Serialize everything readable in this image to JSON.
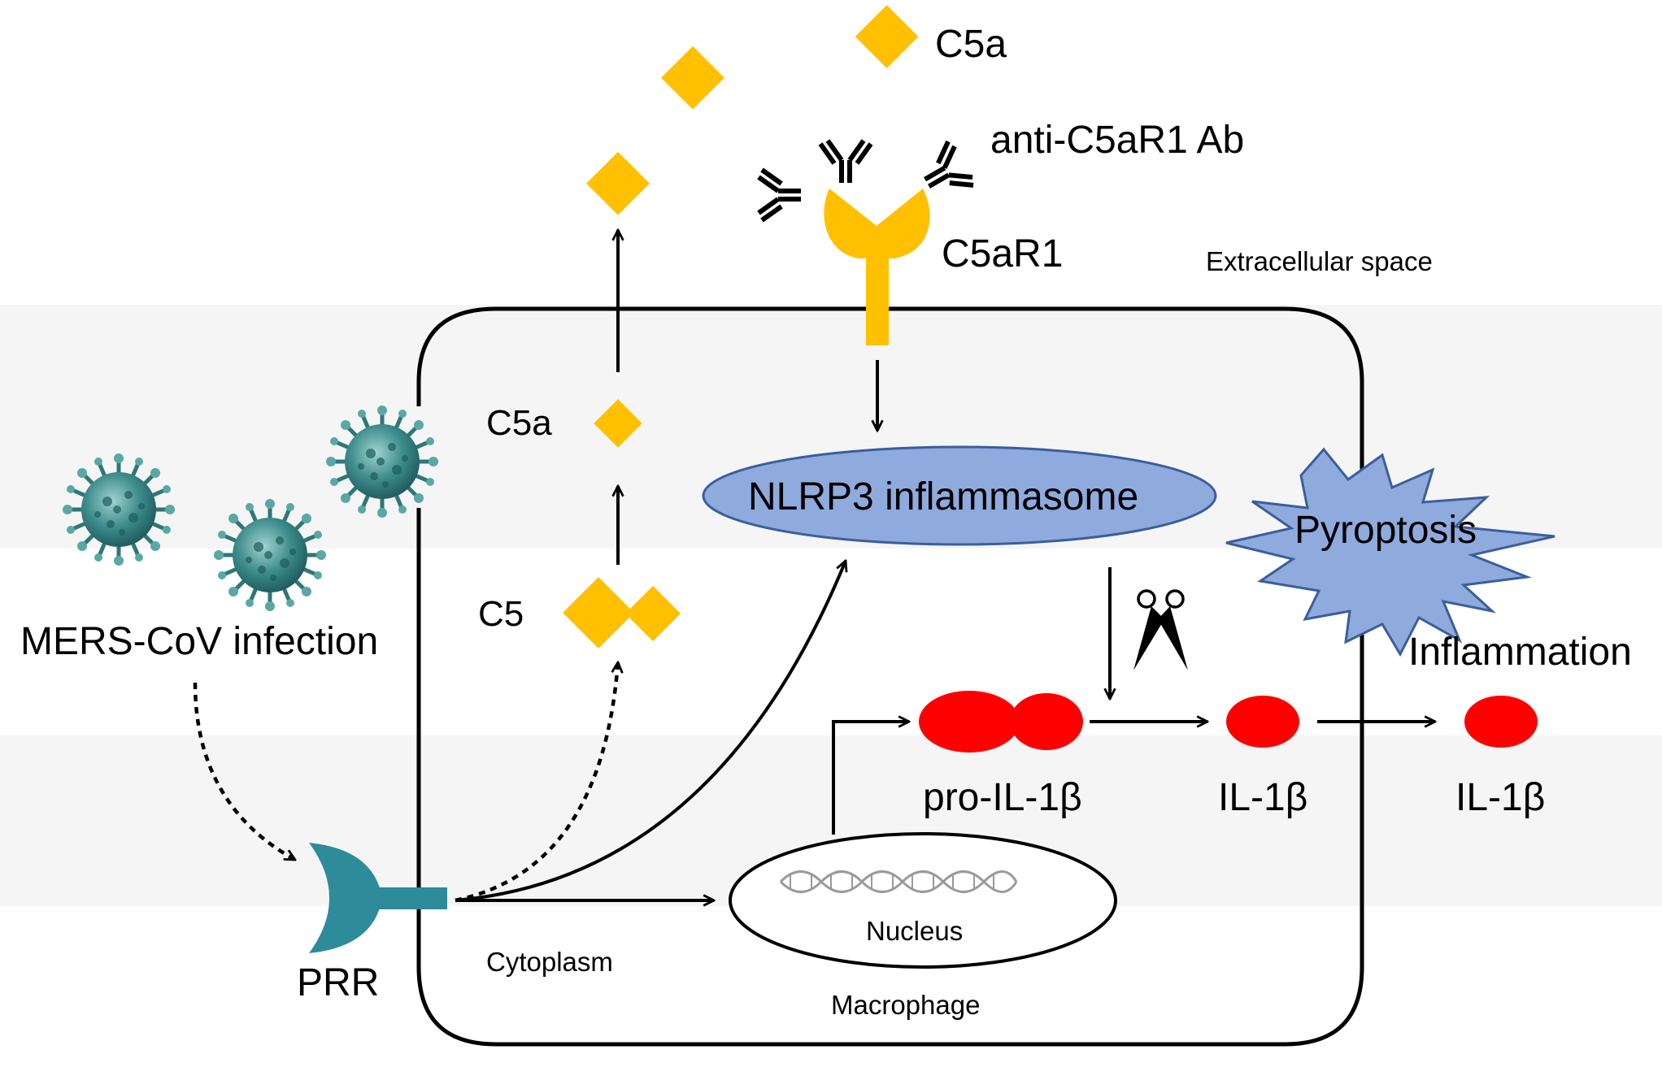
{
  "labels": {
    "c5a_top": "C5a",
    "anti_c5ar1": "anti-C5aR1 Ab",
    "c5ar1": "C5aR1",
    "extracellular": "Extracellular space",
    "c5a_inner": "C5a",
    "nlrp3": "NLRP3 inflammasome",
    "pyroptosis": "Pyroptosis",
    "c5": "C5",
    "mers": "MERS-CoV infection",
    "inflammation": "Inflammation",
    "pro_il1b": "pro-IL-1β",
    "il1b_inner": "IL-1β",
    "il1b_outer": "IL-1β",
    "nucleus": "Nucleus",
    "cytoplasm": "Cytoplasm",
    "prr": "PRR",
    "macrophage": "Macrophage"
  },
  "colors": {
    "complement": "#FFC000",
    "receptor": "#2E8B9A",
    "inflammasome": "#8FAADC",
    "inflammasome_stroke": "#3B5E9C",
    "cytokine": "#FF0000",
    "virus": "#3E8C8C",
    "band": "#F2F2F2"
  },
  "icons": {
    "virus": "virus-icon",
    "scissors": "scissors-icon",
    "antibody": "antibody-icon",
    "dna": "dna-icon"
  }
}
